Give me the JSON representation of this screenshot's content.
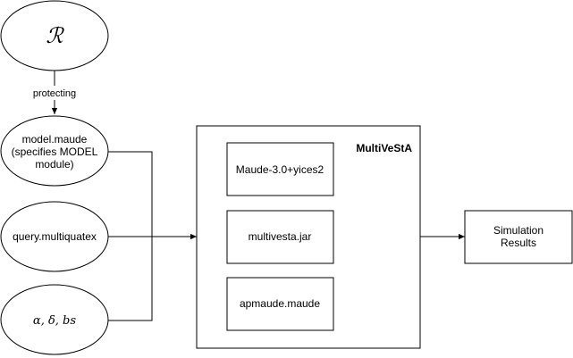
{
  "nodes": {
    "r_symbol": "ℛ",
    "model_line1": "model.maude",
    "model_line2": "(specifies MODEL",
    "model_line3": "module)",
    "query": "query.multiquatex",
    "params": "α, δ, bs",
    "container_title": "MultiVeStA",
    "maude": "Maude-3.0+yices2",
    "jar": "multivesta.jar",
    "apmaude": "apmaude.maude",
    "results_line1": "Simulation",
    "results_line2": "Results"
  },
  "edges": {
    "protecting": "protecting"
  }
}
